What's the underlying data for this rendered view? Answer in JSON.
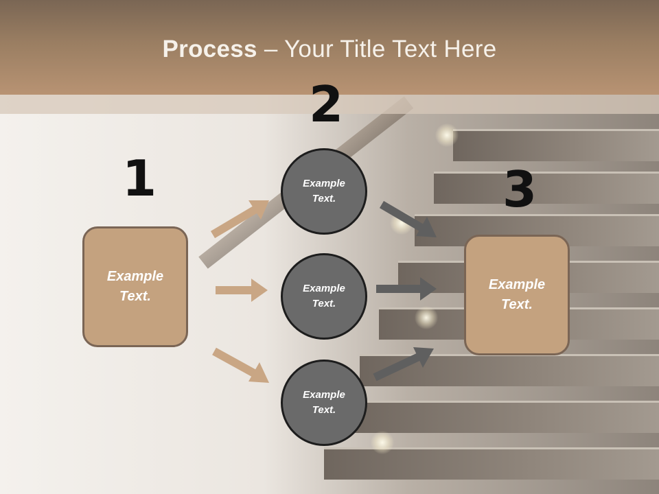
{
  "title": {
    "bold": "Process",
    "rest": " – Your Title Text Here"
  },
  "steps": {
    "one": "1",
    "two": "2",
    "three": "3"
  },
  "left_box": {
    "text": "Example\nText."
  },
  "right_box": {
    "text": "Example\nText."
  },
  "circles": [
    {
      "text": "Example\nText."
    },
    {
      "text": "Example\nText."
    },
    {
      "text": "Example\nText."
    }
  ],
  "colors": {
    "header": "#b89373",
    "box_fill": "#c4a27f",
    "box_border": "#7a6555",
    "circle_fill": "#6a6a6a",
    "arrow_tan": "#c9a684",
    "arrow_gray": "#5f5f5f"
  }
}
